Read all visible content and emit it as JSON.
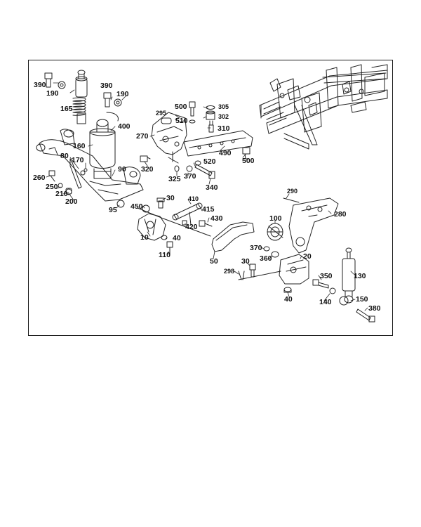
{
  "diagram": {
    "type": "exploded parts diagram (rear suspension)",
    "callouts": {
      "c390a": "390",
      "c190a": "190",
      "c165": "165",
      "c390b": "390",
      "c190b": "190",
      "c400": "400",
      "c160": "160",
      "c80": "80",
      "c170": "170",
      "c90": "90",
      "c260": "260",
      "c250": "250",
      "c210": "210",
      "c200": "200",
      "c295": "295",
      "c500a": "500",
      "c510": "510",
      "c305": "305",
      "c302": "302",
      "c310": "310",
      "c270": "270",
      "c320": "320",
      "c490": "490",
      "c500b": "500",
      "c520": "520",
      "c325": "325",
      "c370a": "370",
      "c340": "340",
      "c95": "95",
      "c450": "450",
      "c30a": "30",
      "c410": "410",
      "c415": "415",
      "c430": "430",
      "c420": "420",
      "c10": "10",
      "c40a": "40",
      "c110": "110",
      "c50": "50",
      "c290": "290",
      "c280": "280",
      "c100": "100",
      "c370b": "370",
      "c360": "360",
      "c20": "20",
      "c30b": "30",
      "c298": "298",
      "c350": "350",
      "c130": "130",
      "c140": "140",
      "c40b": "40",
      "c150": "150",
      "c380": "380"
    }
  }
}
